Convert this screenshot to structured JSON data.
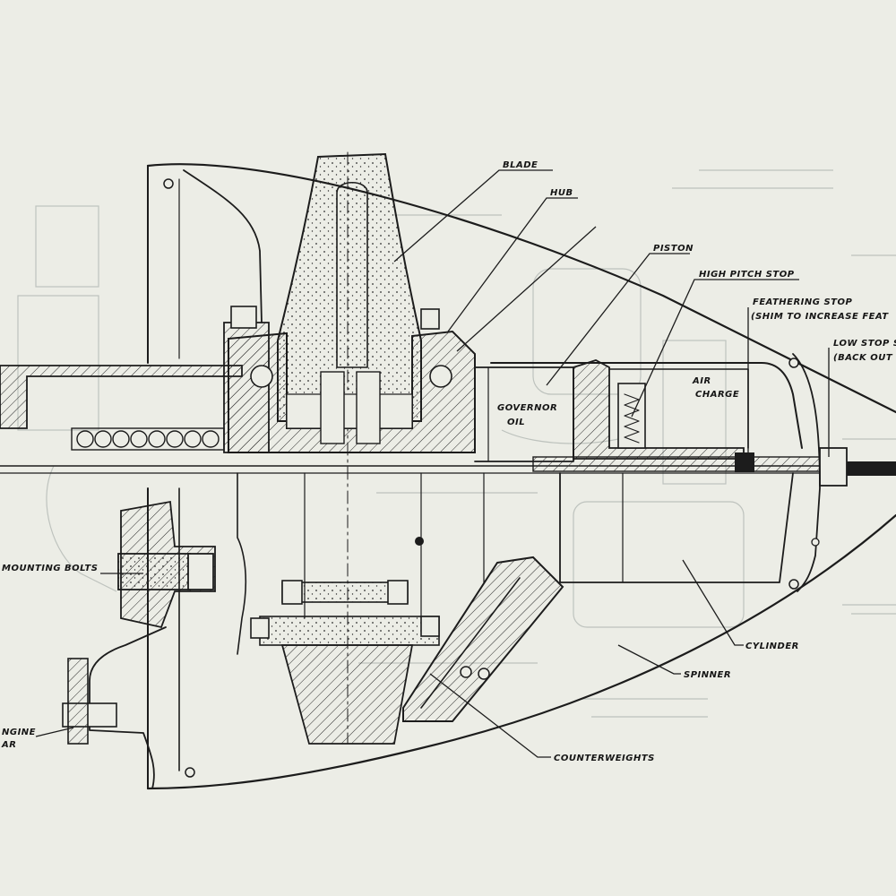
{
  "figure": {
    "labels": {
      "blade": "BLADE",
      "hub": "HUB",
      "piston": "PISTON",
      "high_pitch_stop": "HIGH PITCH STOP",
      "feathering_stop": "FEATHERING STOP",
      "feathering_stop_note": "(SHIM TO INCREASE FEAT",
      "low_stop": "LOW STOP S",
      "low_stop_note": "(BACK OUT",
      "air": "AIR",
      "charge": "CHARGE",
      "governor": "GOVERNOR",
      "oil": "OIL",
      "mounting_bolts": "MOUNTING BOLTS",
      "engine": "NGINE",
      "engine_gear": "AR",
      "cylinder": "CYLINDER",
      "spinner": "SPINNER",
      "counterweights": "COUNTERWEIGHTS"
    }
  }
}
